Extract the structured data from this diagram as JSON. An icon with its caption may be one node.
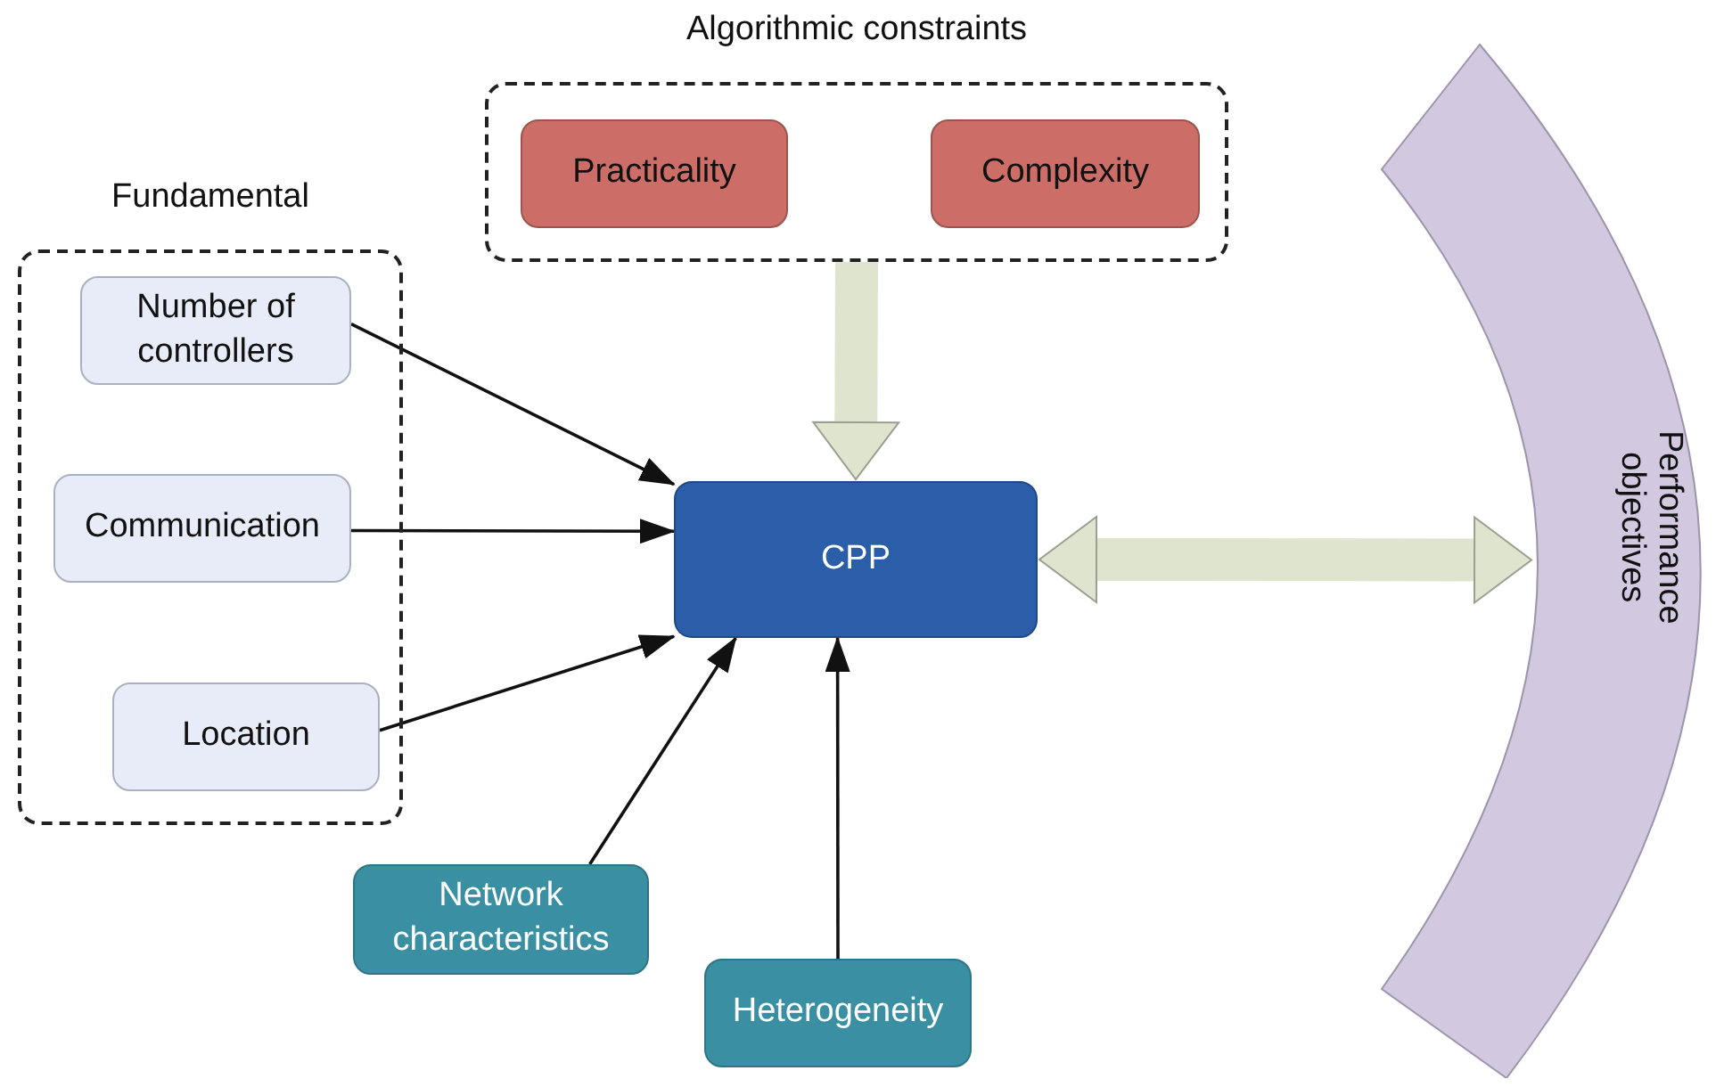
{
  "diagram": {
    "nodes": [
      {
        "text": [
          "Fundamental"
        ]
      },
      {
        "text": [
          "Number of controllers"
        ],
        "in": 0
      },
      {
        "text": [
          "Communication"
        ],
        "in": 0
      },
      {
        "text": [
          "Location"
        ],
        "in": 0
      },
      {
        "text": [
          "Algorithmic constraints"
        ]
      },
      {
        "text": [
          "Practicality"
        ],
        "in": 4
      },
      {
        "text": [
          "Complexity"
        ],
        "in": 4
      },
      {
        "text": [
          "CPP"
        ]
      },
      {
        "text": [
          "Network characteristics"
        ]
      },
      {
        "text": [
          "Heterogeneity"
        ]
      },
      {
        "text": [
          "Performance objectives"
        ]
      }
    ],
    "edges": [
      {
        "from": 1,
        "to": 7,
        "arrow": "to"
      },
      {
        "from": 2,
        "to": 7,
        "arrow": "to"
      },
      {
        "from": 3,
        "to": 7,
        "arrow": "to"
      },
      {
        "from": 8,
        "to": 7,
        "arrow": "to"
      },
      {
        "from": 9,
        "to": 7,
        "arrow": "to"
      },
      {
        "from": 4,
        "to": 7,
        "arrow": "to",
        "style": "thick",
        "color": "#dfe4cf"
      },
      {
        "from": 7,
        "to": 10,
        "arrow": "both",
        "style": "thick",
        "color": "#dfe4cf"
      }
    ]
  }
}
